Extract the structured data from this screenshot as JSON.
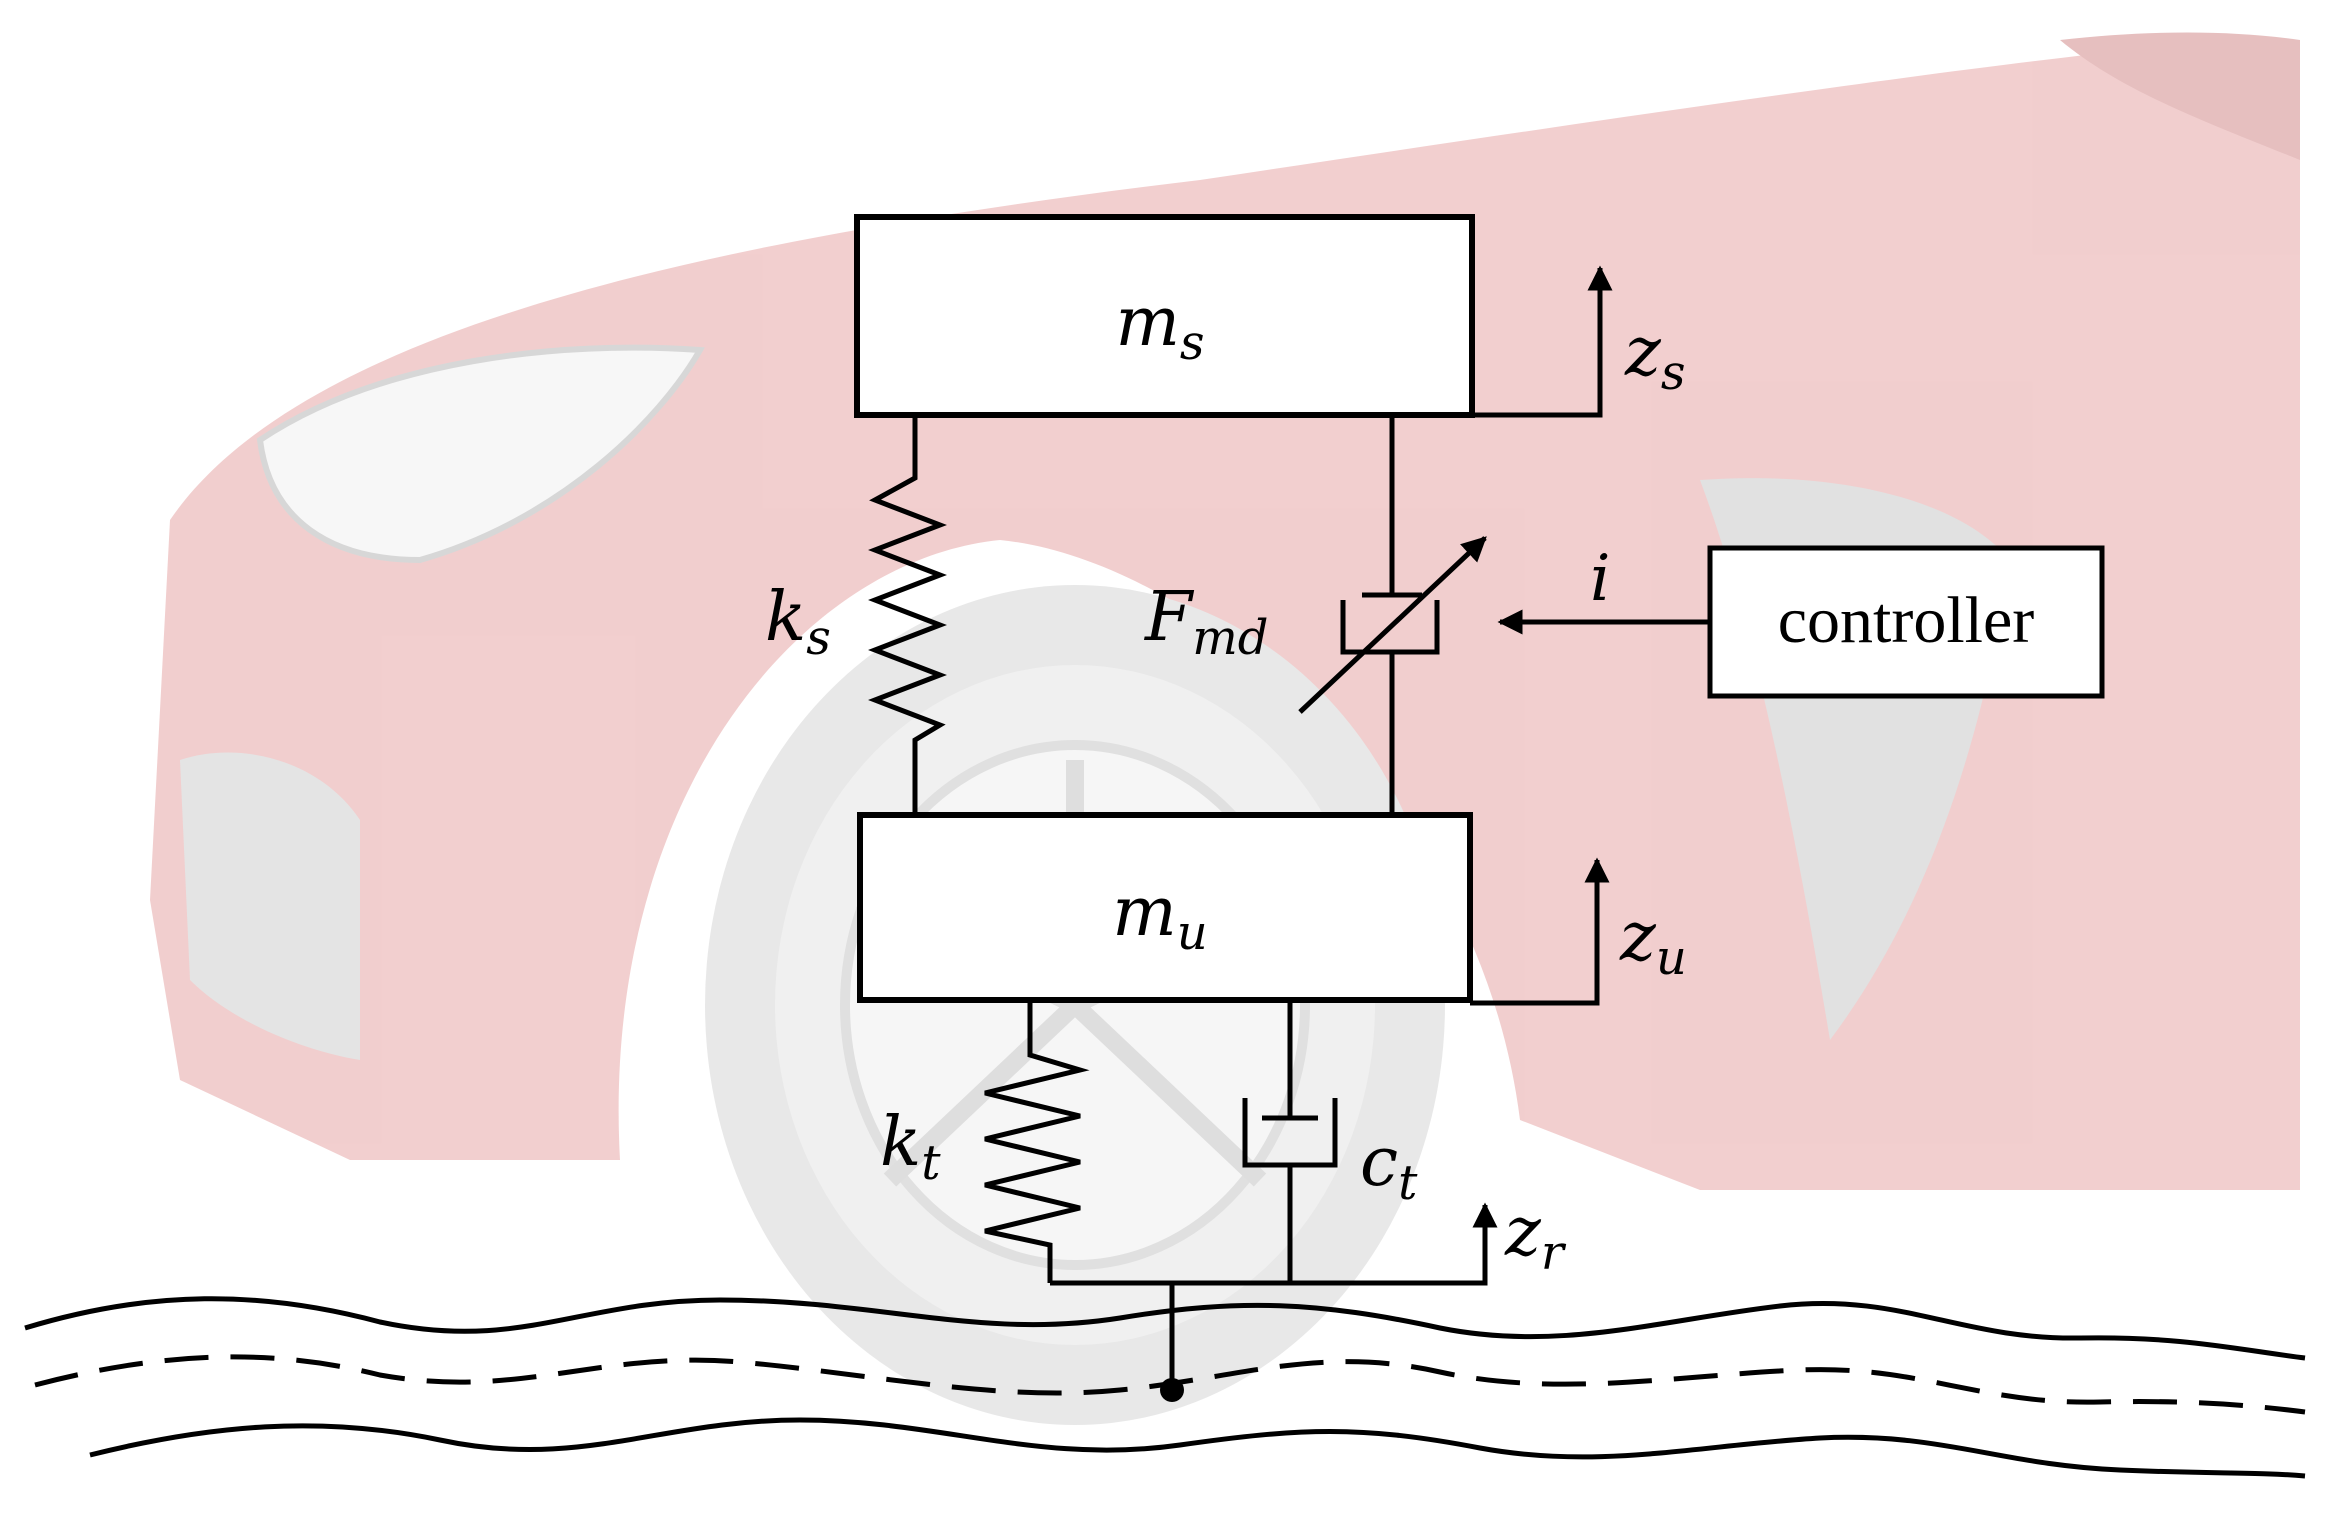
{
  "masses": {
    "sprung": {
      "base": "m",
      "sub": "s"
    },
    "unsprung": {
      "base": "m",
      "sub": "u"
    }
  },
  "springs": {
    "suspension": {
      "base": "k",
      "sub": "s"
    },
    "tire": {
      "base": "k",
      "sub": "t"
    }
  },
  "dampers": {
    "mr_damper": {
      "base": "F",
      "sub": "md"
    },
    "tire": {
      "base": "c",
      "sub": "t"
    }
  },
  "displacements": {
    "sprung": {
      "base": "z",
      "sub": "s"
    },
    "unsprung": {
      "base": "z",
      "sub": "u"
    },
    "road": {
      "base": "z",
      "sub": "r"
    }
  },
  "signals": {
    "current": "i"
  },
  "controller": {
    "label": "controller"
  },
  "background": {
    "description_icon": "car-front-wheel-illustration",
    "color": "#d99a9a"
  }
}
